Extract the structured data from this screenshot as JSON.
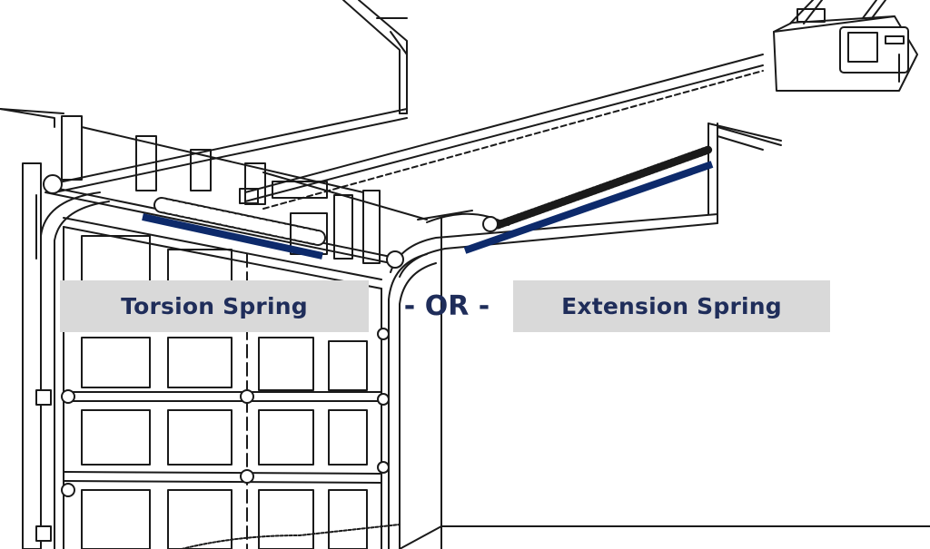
{
  "labels": {
    "torsion": "Torsion Spring",
    "separator": "- OR -",
    "extension": "Extension Spring"
  },
  "colors": {
    "highlight": "#0d2a6b",
    "label_bg": "#d9d9d9",
    "label_text": "#1f2d5a",
    "line": "#1a1a1a"
  }
}
